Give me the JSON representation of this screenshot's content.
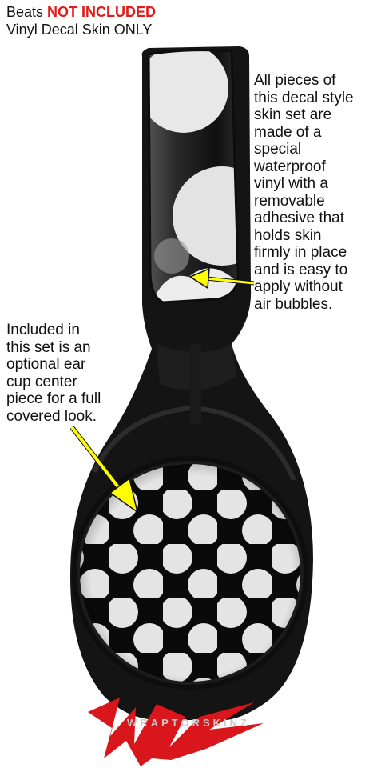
{
  "header": {
    "brand_text": "Beats",
    "warning_text": "NOT INCLUDED",
    "subtitle": "Vinyl Decal Skin ONLY"
  },
  "callouts": {
    "band": "All pieces of\nthis decal style\nskin set are\nmade of a\nspecial\nwaterproof\nvinyl with a\nremovable\nadhesive that\nholds skin\nfirmly in place\nand is easy to\napply without\nair bubbles.",
    "ear_cup": "Included in\nthis set is an\noptional ear\ncup center\npiece for a full\ncovered look."
  },
  "logo": {
    "text": "WRAPTORSKINZ"
  },
  "colors": {
    "warning": "#e01b1b",
    "arrow": "#ffff00",
    "dots": "#e6e6e6",
    "frame": "#161616",
    "logo_red": "#d8161c"
  }
}
